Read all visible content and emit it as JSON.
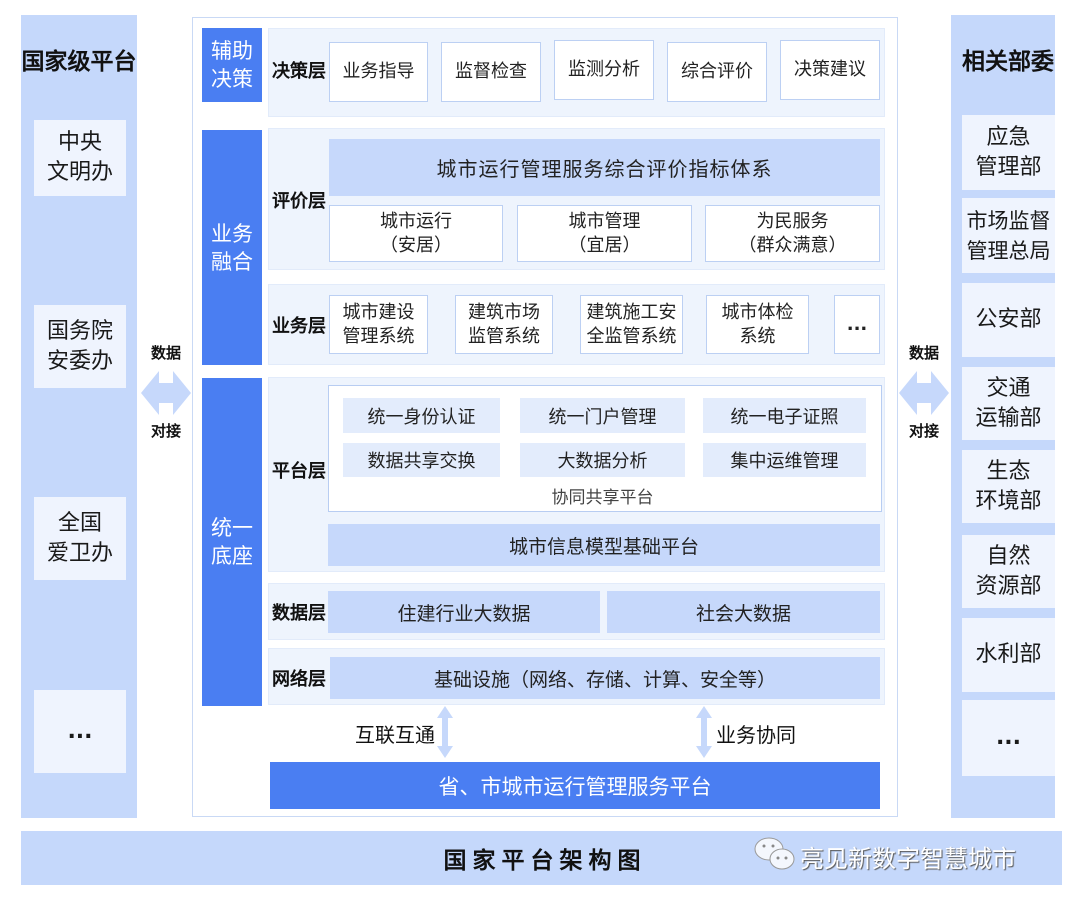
{
  "left": {
    "title": "国家级平台",
    "items": [
      "中央\n文明办",
      "国务院\n安委办",
      "全国\n爱卫办",
      "..."
    ]
  },
  "right": {
    "title": "相关部委",
    "items": [
      "应急\n管理部",
      "市场监督\n管理总局",
      "公安部",
      "交通\n运输部",
      "生态\n环境部",
      "自然\n资源部",
      "水利部",
      "..."
    ]
  },
  "arrows": {
    "top": "数据",
    "bottom": "对接"
  },
  "sides": [
    "辅助\n决策",
    "业务\n融合",
    "统一\n底座"
  ],
  "decision": {
    "label": "决策层",
    "items": [
      "业务指导",
      "监督检查",
      "监测分析",
      "综合评价",
      "决策建议"
    ]
  },
  "evaluation": {
    "label": "评价层",
    "header": "城市运行管理服务综合评价指标体系",
    "items": [
      "城市运行\n（安居）",
      "城市管理\n（宜居）",
      "为民服务\n（群众满意）"
    ]
  },
  "business": {
    "label": "业务层",
    "items": [
      "城市建设\n管理系统",
      "建筑市场\n监管系统",
      "建筑施工安\n全监管系统",
      "城市体检\n系统",
      "..."
    ]
  },
  "platform": {
    "label": "平台层",
    "items": [
      "统一身份认证",
      "统一门户管理",
      "统一电子证照",
      "数据共享交换",
      "大数据分析",
      "集中运维管理"
    ],
    "caption": "协同共享平台",
    "cim": "城市信息模型基础平台"
  },
  "data_layer": {
    "label": "数据层",
    "items": [
      "住建行业大数据",
      "社会大数据"
    ]
  },
  "network": {
    "label": "网络层",
    "item": "基础设施（网络、存储、计算、安全等）"
  },
  "links": {
    "left": "互联互通",
    "right": "业务协同"
  },
  "bottom_platform": "省、市城市运行管理服务平台",
  "footer": {
    "title": "国家平台架构图",
    "watermark": "亮见新数字智慧城市"
  },
  "colors": {
    "blue": "#4a7ef2",
    "light": "#c6d8fb",
    "row": "#eef4fd"
  }
}
